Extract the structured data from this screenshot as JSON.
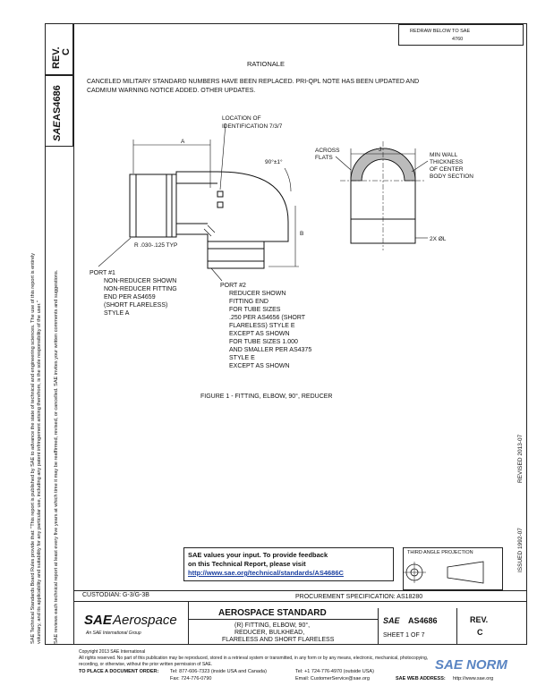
{
  "page": {
    "top_box": {
      "line1": "REDRAW BELOW TO SAE",
      "line2": "4760"
    },
    "rationale_title": "RATIONALE",
    "rationale_text_1": "CANCELED MILITARY STANDARD NUMBERS HAVE BEEN REPLACED. PRI-QPL NOTE HAS BEEN UPDATED AND",
    "rationale_text_2": "CADMIUM WARNING NOTICE ADDED. OTHER UPDATES.",
    "figure_caption": "FIGURE 1 - FITTING, ELBOW, 90°, REDUCER"
  },
  "side_strip": {
    "rev_label": "REV.",
    "rev_value": "C",
    "doc_prefix": "SAE",
    "doc_number": "AS4686",
    "disclaimer_1": "SAE Technical Standards Board Rules provide that: \"This report is published by SAE to advance the state of technical and engineering sciences. The use of this report is entirely",
    "disclaimer_2": "voluntary, and its applicability and suitability for any particular use, including any patent infringement arising therefrom, is the sole responsibility of the user.\"",
    "disclaimer_3": "SAE reviews each technical report at least every five years at which time it may be reaffirmed, revised, or cancelled. SAE invites your written comments and suggestions."
  },
  "right_strip": {
    "revised": "REVISED 2013-07",
    "issued": "ISSUED 1992-07"
  },
  "drawing": {
    "location_label_1": "LOCATION OF",
    "location_label_2": "IDENTIFICATION 7/3/7",
    "dim_a": "A",
    "dim_b": "B",
    "dim_j": "J",
    "angle": "90°±1°",
    "radius": "R .030-.125 TYP",
    "across_1": "ACROSS",
    "across_2": "FLATS",
    "min_wall_1": "MIN WALL",
    "min_wall_2": "THICKNESS",
    "min_wall_3": "OF CENTER",
    "min_wall_4": "BODY SECTION",
    "dia_label": "2X ØL",
    "port1": [
      "PORT #1",
      "NON-REDUCER SHOWN",
      "NON-REDUCER FITTING",
      "END PER AS4659",
      "(SHORT FLARELESS)",
      "STYLE A"
    ],
    "port2": [
      "PORT #2",
      "REDUCER SHOWN",
      "FITTING END",
      "FOR TUBE SIZES",
      ".250 PER AS4656 (SHORT",
      "FLARELESS) STYLE E",
      "EXCEPT AS SHOWN",
      "FOR TUBE SIZES 1.000",
      "AND SMALLER PER AS4375",
      "STYLE E",
      "EXCEPT AS SHOWN"
    ]
  },
  "feedback": {
    "line1": "SAE values your input. To provide feedback",
    "line2": "on this Technical Report, please visit",
    "link": "http://www.sae.org/technical/standards/AS4686C"
  },
  "projection": {
    "label": "THIRD ANGLE PROJECTION"
  },
  "title_block": {
    "custodian": "CUSTODIAN: G-3/G-3B",
    "procurement": "PROCUREMENT SPECIFICATION: AS18280",
    "brand_sae": "SAE",
    "brand_aero": "Aerospace",
    "brand_sub": "An SAE International Group",
    "standard": "AEROSPACE STANDARD",
    "title_1": "(R) FITTING, ELBOW, 90°,",
    "title_2": "REDUCER, BULKHEAD,",
    "title_3": "FLARELESS AND SHORT FLARELESS",
    "doc_sae": "SAE",
    "doc_number": "AS4686",
    "sheet": "SHEET 1 OF 7",
    "rev_label": "REV.",
    "rev_value": "C"
  },
  "footer": {
    "copyright": "Copyright 2013 SAE International",
    "rights_1": "All rights reserved. No part of this publication may be reproduced, stored in a retrieval system or transmitted, in any form or by any means, electronic, mechanical, photocopying,",
    "rights_2": "recording, or otherwise, without the prior written permission of SAE.",
    "order": "TO PLACE A DOCUMENT ORDER:",
    "tel1": "Tel:  877-606-7323 (inside USA and Canada)",
    "fax": "Fax: 724-776-0790",
    "tel2": "Tel: +1 724-776-4970 (outside USA)",
    "email": "Email: CustomerService@sae.org",
    "web": "SAE WEB ADDRESS:",
    "web_url": "http://www.sae.org",
    "watermark": "SAE NORM"
  }
}
